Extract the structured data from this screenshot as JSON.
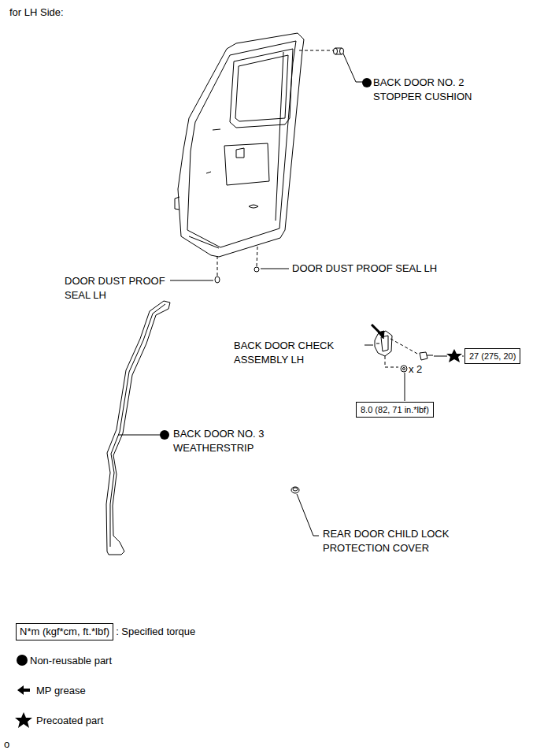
{
  "diagram": {
    "title": "for LH Side:",
    "nodes": [
      {
        "text": [
          "27 (275, 20)"
        ]
      },
      {
        "text": [
          "8.0 (82, 71 in.*lbf)"
        ]
      }
    ],
    "labels": [
      "BACK DOOR NO. 2 STOPPER CUSHION",
      "DOOR DUST PROOF SEAL LH",
      "DOOR DUST PROOF SEAL LH",
      "BACK DOOR CHECK ASSEMBLY LH",
      "x 2",
      "BACK DOOR NO. 3 WEATHERSTRIP",
      "REAR DOOR CHILD LOCK PROTECTION COVER",
      "N*m (kgf*cm, ft.*lbf)",
      "o"
    ],
    "legend": [
      {
        "text": ": Specified torque"
      },
      {
        "text": "Non-reusable part"
      },
      {
        "text": "MP grease"
      },
      {
        "text": "Precoated part"
      }
    ]
  }
}
